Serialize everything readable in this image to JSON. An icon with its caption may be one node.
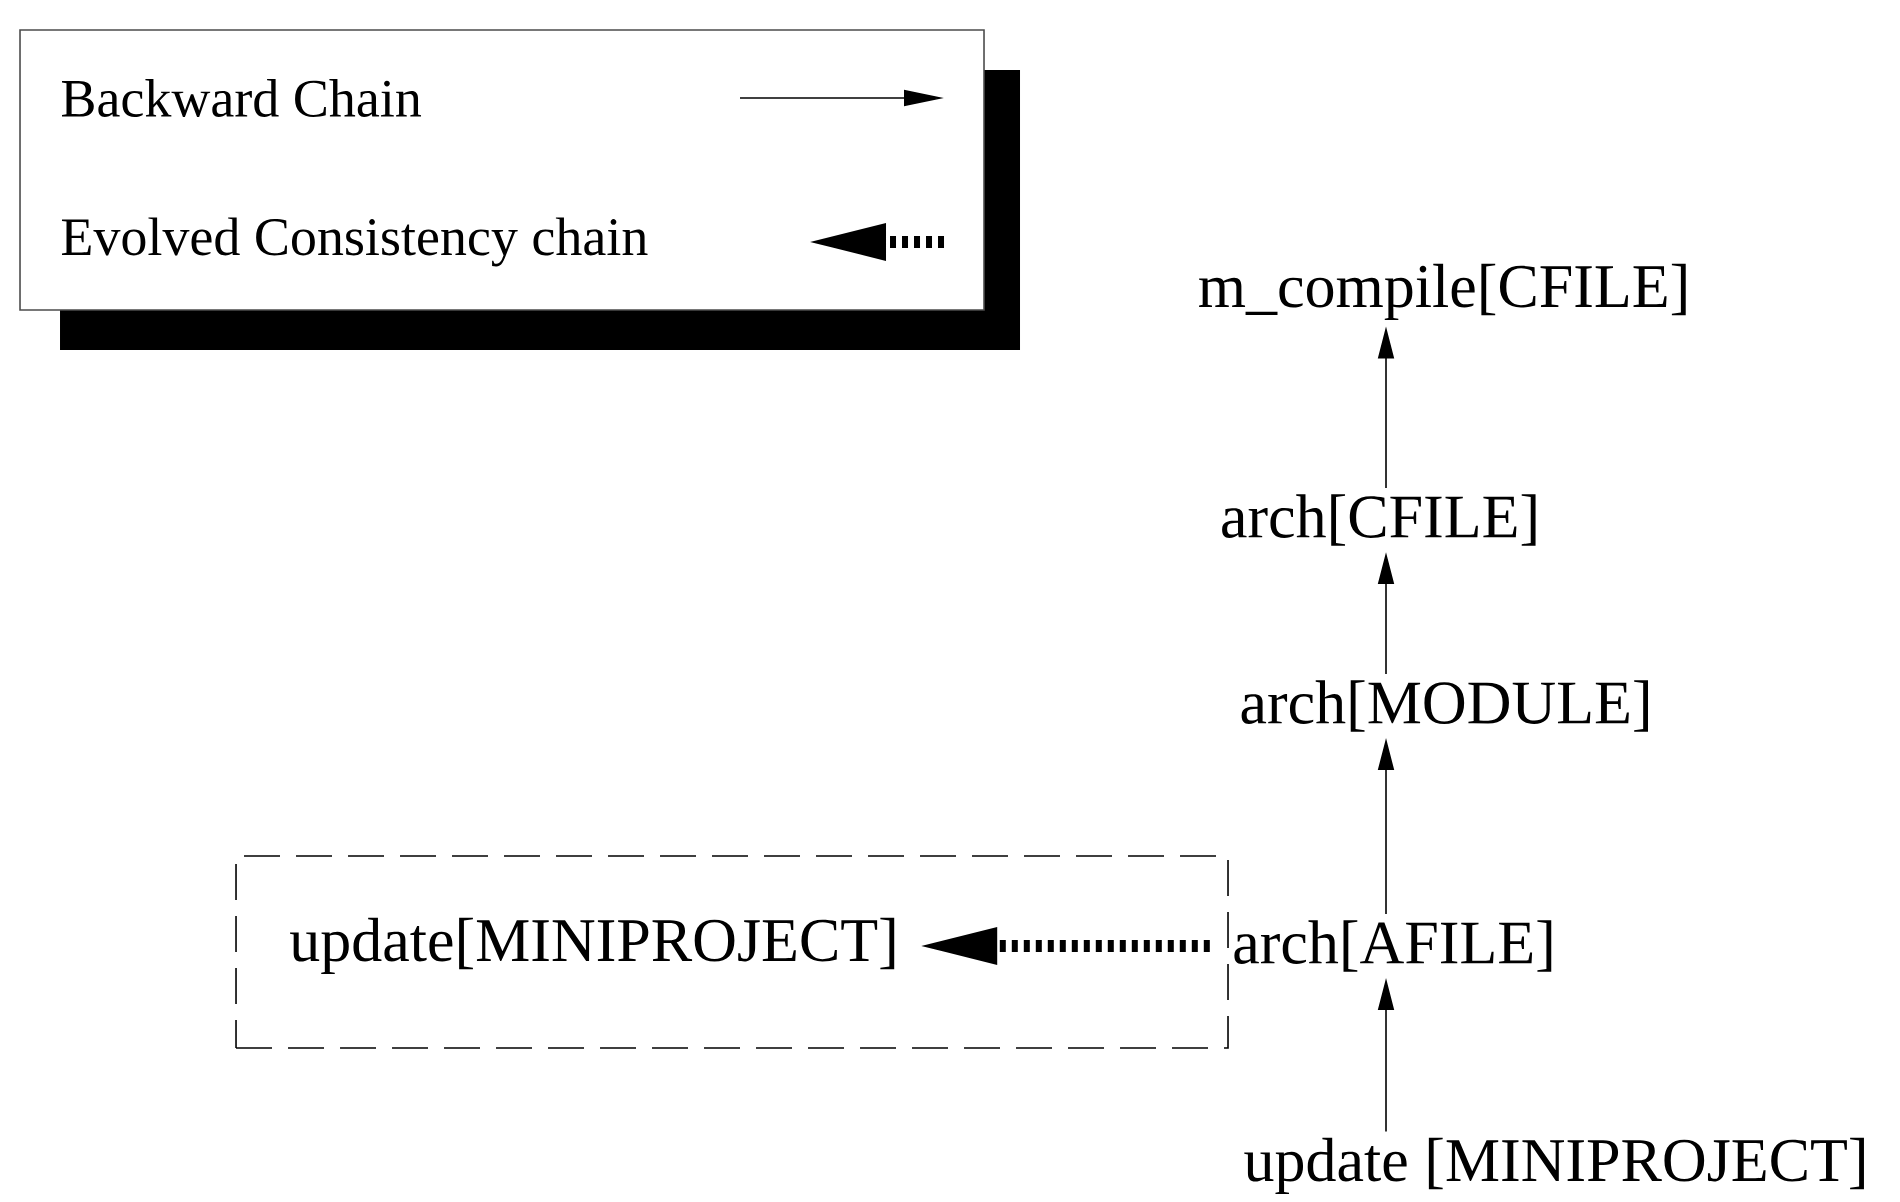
{
  "diagram": {
    "nodes": [
      {
        "text": [
          "m_compile[CFILE]"
        ]
      },
      {
        "text": [
          "arch[CFILE]"
        ]
      },
      {
        "text": [
          "arch[MODULE]"
        ]
      },
      {
        "text": [
          "arch[AFILE]"
        ]
      },
      {
        "text": [
          "update [MINIPROJECT]"
        ]
      },
      {
        "text": [],
        "shape": "box"
      },
      {
        "text": [
          "update[MINIPROJECT]"
        ],
        "in": 5
      }
    ],
    "edges": [
      {
        "from": 4,
        "to": 3,
        "arrow": "to"
      },
      {
        "from": 3,
        "to": 2,
        "arrow": "to"
      },
      {
        "from": 2,
        "to": 1,
        "arrow": "to"
      },
      {
        "from": 1,
        "to": 0,
        "arrow": "to"
      },
      {
        "from": 3,
        "to": 6,
        "arrow": "to",
        "style": "dashed"
      }
    ],
    "legend": [
      {
        "text": "Backward Chain"
      },
      {
        "text": "Evolved Consistency chain"
      }
    ]
  }
}
